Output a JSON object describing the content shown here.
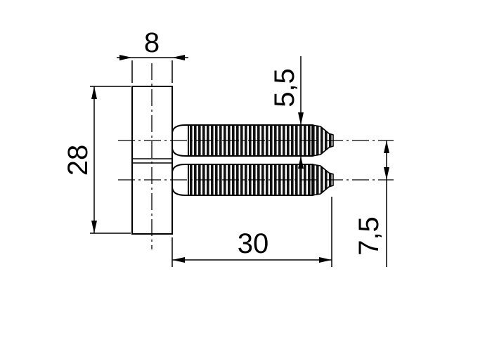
{
  "drawing": {
    "dimensions": {
      "head_width": "8",
      "overall_height": "28",
      "thread_diameter": "5,5",
      "thread_length": "30",
      "pin_spacing": "7,5"
    }
  }
}
